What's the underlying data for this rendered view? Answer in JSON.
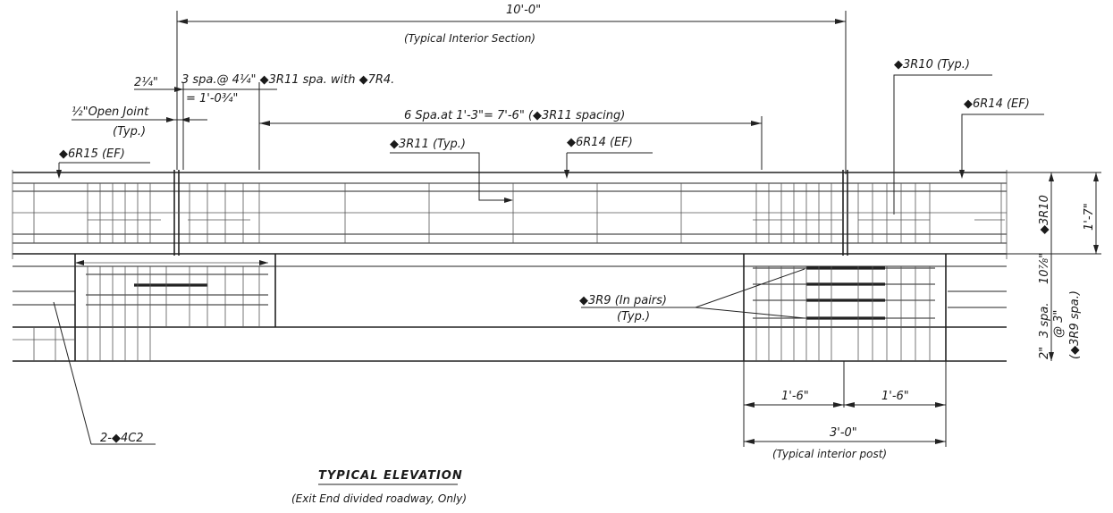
{
  "labels": {
    "overall_length": "10'-0\"",
    "typical_interior_section": "(Typical Interior Section)",
    "two_quarter": "2¼\"",
    "three_spa": "3 spa.@ 4¼\" ◆3R11 spa. with ◆7R4.",
    "equals_1_0_3_4": "= 1'-0¾\"",
    "half_open_joint": "½\"Open Joint",
    "typ_joint": "(Typ.)",
    "six_spa": "6 Spa.at 1'-3\"= 7'-6\" (◆3R11 spacing)",
    "r10_typ": "◆3R10 (Typ.)",
    "r14_ef_right": "◆6R14 (EF)",
    "r15_ef": "◆6R15 (EF)",
    "r11_typ": "◆3R11 (Typ.)",
    "r14_ef_mid": "◆6R14 (EF)",
    "r9_pairs": "◆3R9 (In pairs)",
    "r9_typ": "(Typ.)",
    "c2": "2-◆4C2",
    "one_six_a": "1'-6\"",
    "one_six_b": "1'-6\"",
    "three_zero": "3'-0\"",
    "typical_interior_post": "(Typical interior post)",
    "v_3r10": "◆3R10",
    "v_one_seven": "1'-7\"",
    "v_ten_seven_eighths": "10⅞\"",
    "v_three_spa": "3 spa.",
    "v_at_three": "@ 3\"",
    "v_3r9_spa": "(◆3R9 spa.)",
    "v_two": "2\"",
    "title": "TYPICAL ELEVATION",
    "subtitle": "(Exit End divided roadway, Only)"
  }
}
